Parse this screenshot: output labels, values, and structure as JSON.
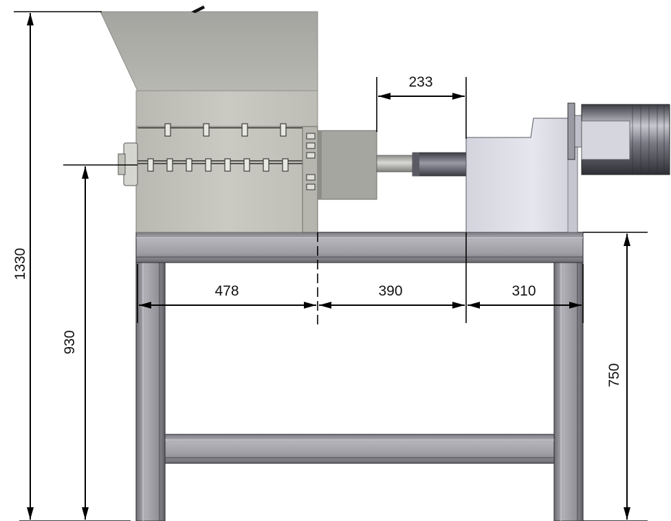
{
  "dimensions": {
    "total_height": "1330",
    "axis_height": "930",
    "frame_height": "750",
    "hopper_width": "478",
    "coupling_gap": "390",
    "gearbox_width": "310",
    "shaft_gap": "233"
  },
  "colors": {
    "hopper": "#a9a9a4",
    "chamber": "#c4c4bc",
    "housing": "#a7a7a2",
    "shaft": "#bfbfbb",
    "motor_body": "#6e6e76",
    "gearbox": "#dcdce6",
    "frame": "#9a9aa0",
    "frame_dark": "#5a5a60",
    "line": "#000000"
  }
}
